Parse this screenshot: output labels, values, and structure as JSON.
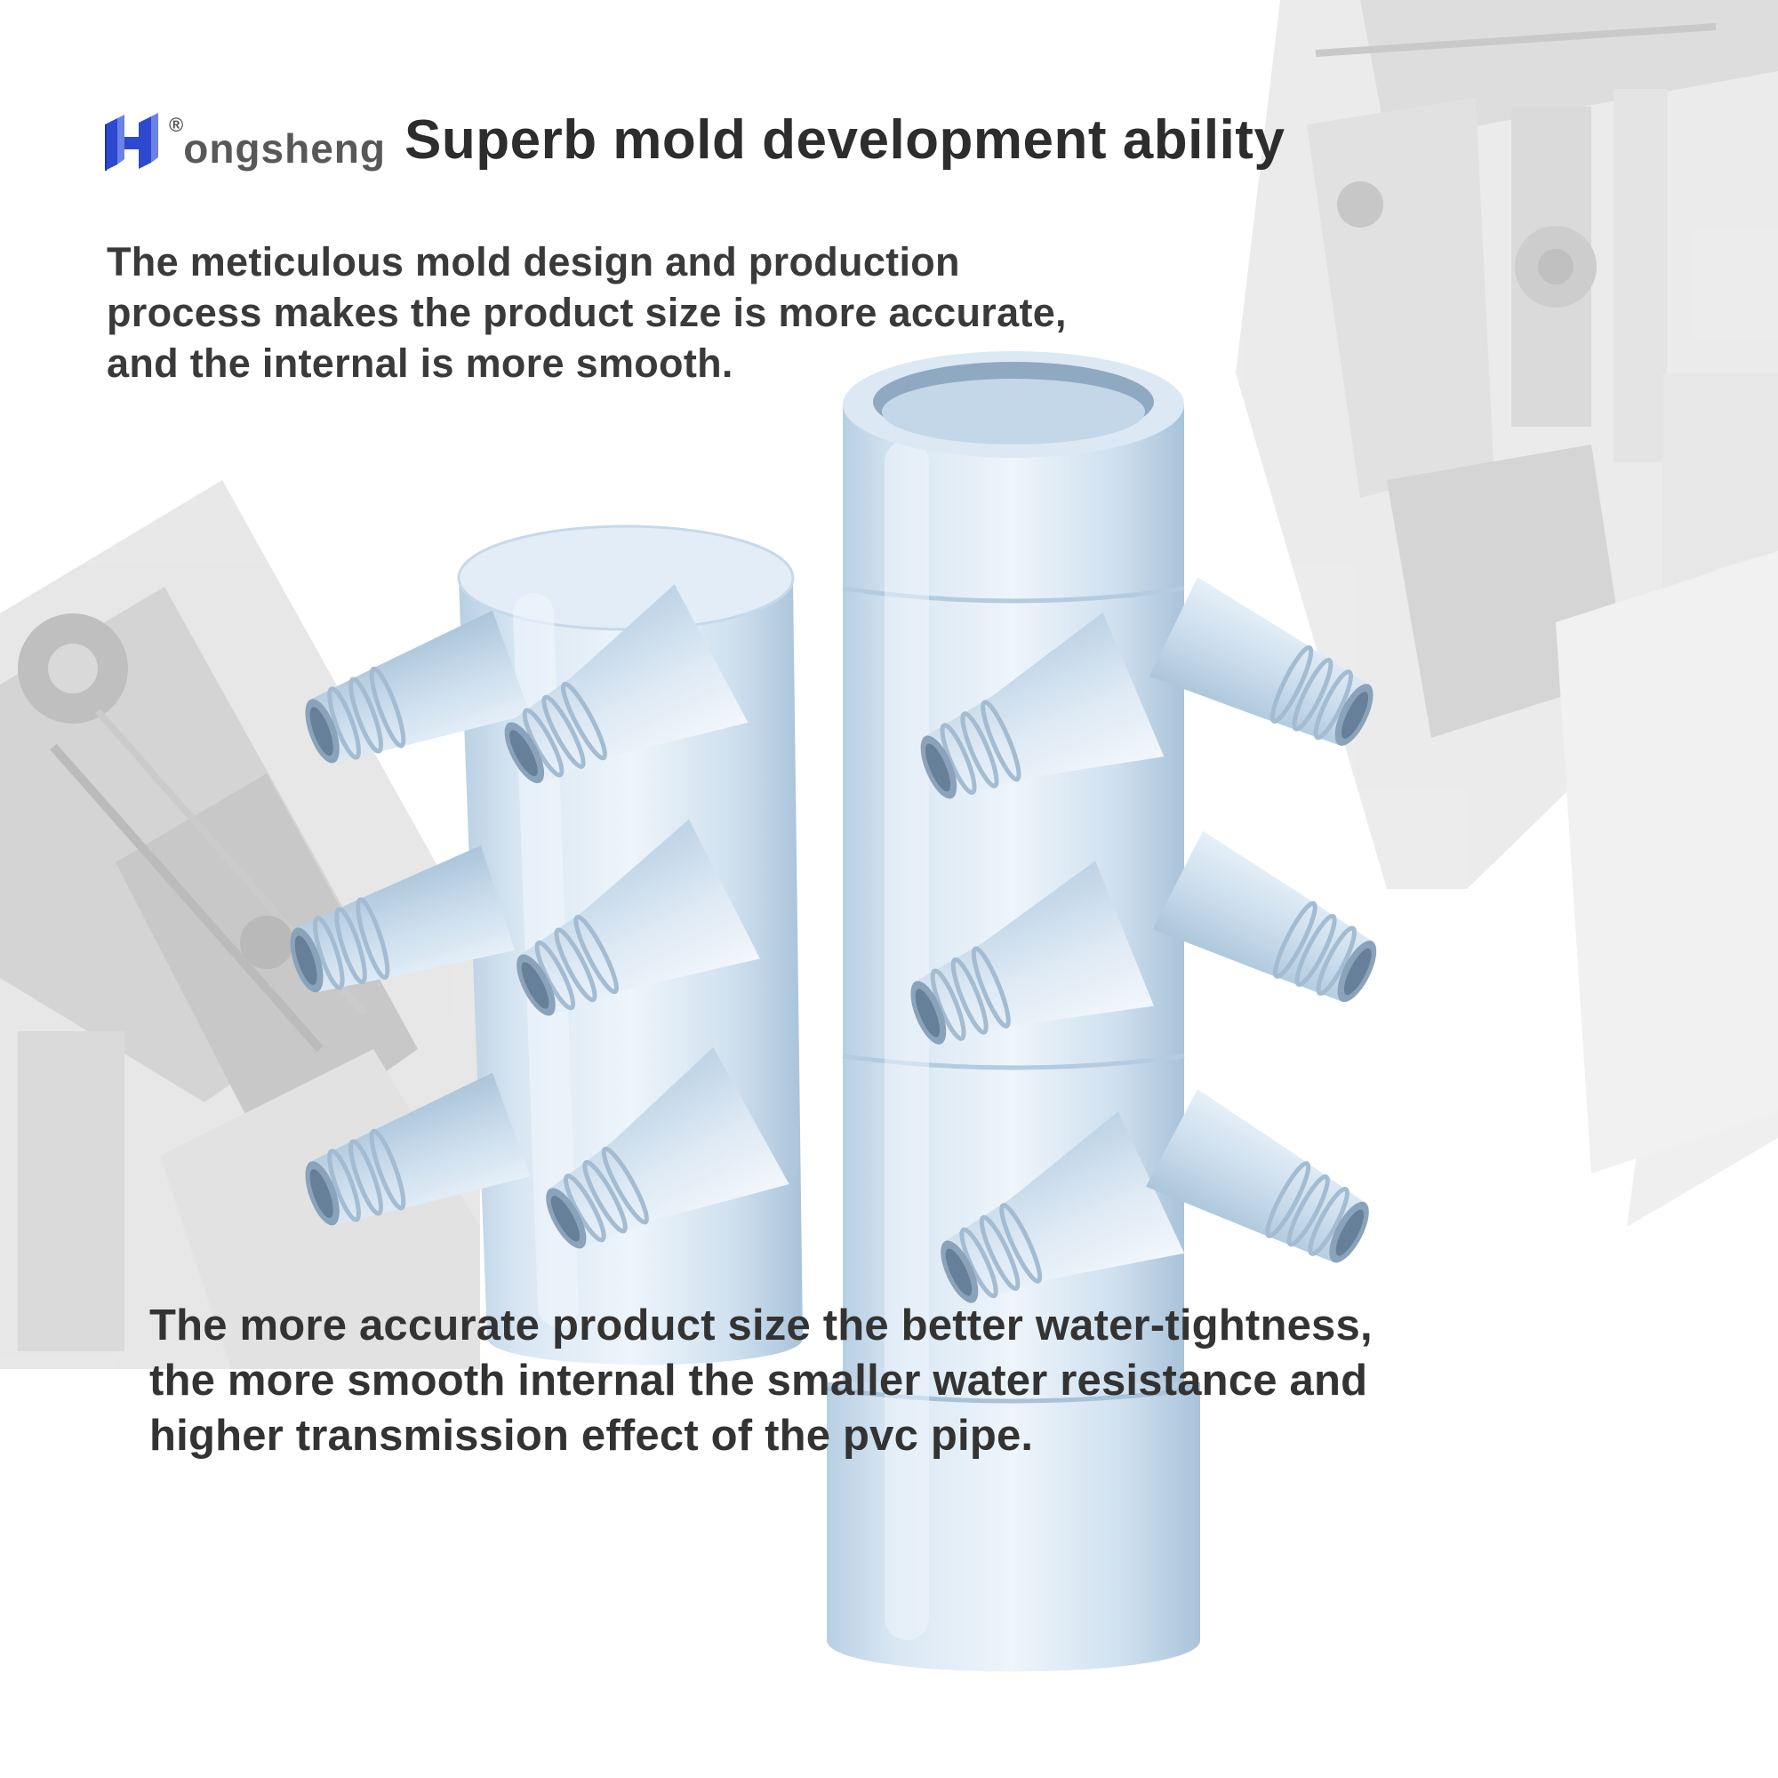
{
  "brand": {
    "logo_text": "ongsheng",
    "registered_mark": "®",
    "logo_blue": "#2d49cf",
    "logo_text_color": "#585858"
  },
  "headline": "Superb mold development ability",
  "intro_lines": [
    "The meticulous mold design and production",
    "process makes the product size is more accurate,",
    "and the internal is more smooth."
  ],
  "benefit_lines": [
    "The more accurate product size the better water-tightness,",
    "the more smooth internal the smaller water resistance and",
    "higher transmission effect of the pvc pipe."
  ],
  "product": {
    "item": "pvc-manifold-fittings",
    "body_color": "#cfe0ef",
    "highlight_color": "#f2f8fd",
    "opening_color": "#66809a"
  },
  "background": {
    "machinery_gray": "#c9c9c9"
  },
  "text_color": "#3a3a3a"
}
